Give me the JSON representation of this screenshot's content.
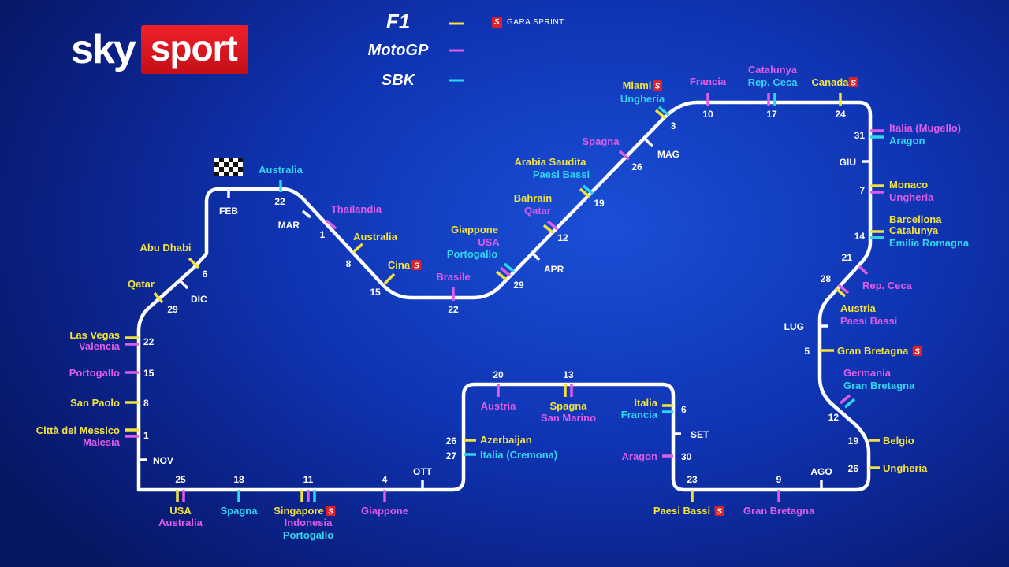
{
  "brand": {
    "sky": "sky",
    "sport": "sport"
  },
  "legend": [
    {
      "label": "F1",
      "color": "#f2e33a",
      "icon": "f1-logo"
    },
    {
      "label": "MotoGP",
      "color": "#dd5ce8",
      "icon": "motogp-logo"
    },
    {
      "label": "SBK",
      "color": "#2fd6ee",
      "icon": "sbk-logo"
    }
  ],
  "sprint_label": "GARA SPRINT",
  "sprint_badge": "S",
  "colors": {
    "f1": "#f2e33a",
    "motogp": "#dd5ce8",
    "sbk": "#2fd6ee",
    "track": "#ffffff",
    "sprint": "#e0202a"
  },
  "months": [
    "FEB",
    "MAR",
    "APR",
    "MAG",
    "GIU",
    "LUG",
    "AGO",
    "SET",
    "OTT",
    "NOV",
    "DIC"
  ],
  "events": [
    {
      "date": "22",
      "month": "FEB",
      "races": [
        {
          "name": "Australia",
          "series": "sbk"
        }
      ]
    },
    {
      "date": "1",
      "month": "MAR",
      "races": [
        {
          "name": "Thailandia",
          "series": "motogp"
        }
      ]
    },
    {
      "date": "8",
      "month": "MAR",
      "races": [
        {
          "name": "Australia",
          "series": "f1"
        }
      ]
    },
    {
      "date": "15",
      "month": "MAR",
      "races": [
        {
          "name": "Cina",
          "series": "f1",
          "sprint": true
        }
      ]
    },
    {
      "date": "22",
      "month": "MAR",
      "races": [
        {
          "name": "Brasile",
          "series": "motogp"
        }
      ]
    },
    {
      "date": "29",
      "month": "MAR",
      "races": [
        {
          "name": "Giappone",
          "series": "f1"
        },
        {
          "name": "USA",
          "series": "motogp"
        },
        {
          "name": "Portogallo",
          "series": "sbk"
        }
      ]
    },
    {
      "date": "12",
      "month": "APR",
      "races": [
        {
          "name": "Bahrain",
          "series": "f1"
        },
        {
          "name": "Qatar",
          "series": "motogp"
        }
      ]
    },
    {
      "date": "19",
      "month": "APR",
      "races": [
        {
          "name": "Arabia Saudita",
          "series": "f1"
        },
        {
          "name": "Paesi Bassi",
          "series": "sbk"
        }
      ]
    },
    {
      "date": "26",
      "month": "APR",
      "races": [
        {
          "name": "Spagna",
          "series": "motogp"
        }
      ]
    },
    {
      "date": "3",
      "month": "MAG",
      "races": [
        {
          "name": "Miami",
          "series": "f1",
          "sprint": true
        },
        {
          "name": "Ungheria",
          "series": "sbk"
        }
      ]
    },
    {
      "date": "10",
      "month": "MAG",
      "races": [
        {
          "name": "Francia",
          "series": "motogp"
        }
      ]
    },
    {
      "date": "17",
      "month": "MAG",
      "races": [
        {
          "name": "Catalunya",
          "series": "motogp"
        },
        {
          "name": "Rep. Ceca",
          "series": "sbk"
        }
      ]
    },
    {
      "date": "24",
      "month": "MAG",
      "races": [
        {
          "name": "Canada",
          "series": "f1",
          "sprint": true
        }
      ]
    },
    {
      "date": "31",
      "month": "MAG",
      "races": [
        {
          "name": "Italia (Mugello)",
          "series": "motogp"
        },
        {
          "name": "Aragon",
          "series": "sbk"
        }
      ]
    },
    {
      "date": "7",
      "month": "GIU",
      "races": [
        {
          "name": "Monaco",
          "series": "f1"
        },
        {
          "name": "Ungheria",
          "series": "motogp"
        }
      ]
    },
    {
      "date": "14",
      "month": "GIU",
      "races": [
        {
          "name": "Barcellona",
          "series": "f1"
        },
        {
          "name": "Catalunya",
          "series": "f1"
        },
        {
          "name": "Emilia Romagna",
          "series": "sbk"
        }
      ]
    },
    {
      "date": "21",
      "month": "GIU",
      "races": [
        {
          "name": "Rep. Ceca",
          "series": "motogp"
        }
      ]
    },
    {
      "date": "28",
      "month": "GIU",
      "races": [
        {
          "name": "Austria",
          "series": "f1"
        },
        {
          "name": "Paesi Bassi",
          "series": "motogp"
        }
      ]
    },
    {
      "date": "5",
      "month": "LUG",
      "races": [
        {
          "name": "Gran Bretagna",
          "series": "f1",
          "sprint": true
        }
      ]
    },
    {
      "date": "12",
      "month": "LUG",
      "races": [
        {
          "name": "Germania",
          "series": "motogp"
        },
        {
          "name": "Gran Bretagna",
          "series": "sbk"
        }
      ]
    },
    {
      "date": "19",
      "month": "LUG",
      "races": [
        {
          "name": "Belgio",
          "series": "f1"
        }
      ]
    },
    {
      "date": "26",
      "month": "LUG",
      "races": [
        {
          "name": "Ungheria",
          "series": "f1"
        }
      ]
    },
    {
      "date": "9",
      "month": "AGO",
      "races": [
        {
          "name": "Gran Bretagna",
          "series": "motogp"
        }
      ]
    },
    {
      "date": "23",
      "month": "AGO",
      "races": [
        {
          "name": "Paesi Bassi",
          "series": "f1",
          "sprint": true
        }
      ]
    },
    {
      "date": "30",
      "month": "AGO",
      "races": [
        {
          "name": "Aragon",
          "series": "motogp"
        }
      ]
    },
    {
      "date": "6",
      "month": "SET",
      "races": [
        {
          "name": "Italia",
          "series": "f1"
        },
        {
          "name": "Francia",
          "series": "sbk"
        }
      ]
    },
    {
      "date": "13",
      "month": "SET",
      "races": [
        {
          "name": "Spagna",
          "series": "f1"
        },
        {
          "name": "San Marino",
          "series": "motogp"
        }
      ]
    },
    {
      "date": "20",
      "month": "SET",
      "races": [
        {
          "name": "Austria",
          "series": "motogp"
        }
      ]
    },
    {
      "date": "26",
      "month": "SET",
      "races": [
        {
          "name": "Azerbaijan",
          "series": "f1"
        }
      ]
    },
    {
      "date": "27",
      "month": "SET",
      "races": [
        {
          "name": "Italia (Cremona)",
          "series": "sbk"
        }
      ]
    },
    {
      "date": "4",
      "month": "OTT",
      "races": [
        {
          "name": "Giappone",
          "series": "motogp"
        }
      ]
    },
    {
      "date": "11",
      "month": "OTT",
      "races": [
        {
          "name": "Singapore",
          "series": "f1",
          "sprint": true
        },
        {
          "name": "Indonesia",
          "series": "motogp"
        },
        {
          "name": "Portogallo",
          "series": "sbk"
        }
      ]
    },
    {
      "date": "18",
      "month": "OTT",
      "races": [
        {
          "name": "Spagna",
          "series": "sbk"
        }
      ]
    },
    {
      "date": "25",
      "month": "OTT",
      "races": [
        {
          "name": "USA",
          "series": "f1"
        },
        {
          "name": "Australia",
          "series": "motogp"
        }
      ]
    },
    {
      "date": "1",
      "month": "NOV",
      "races": [
        {
          "name": "Città del Messico",
          "series": "f1"
        },
        {
          "name": "Malesia",
          "series": "motogp"
        }
      ]
    },
    {
      "date": "8",
      "month": "NOV",
      "races": [
        {
          "name": "San Paolo",
          "series": "f1"
        }
      ]
    },
    {
      "date": "15",
      "month": "NOV",
      "races": [
        {
          "name": "Portogallo",
          "series": "motogp"
        }
      ]
    },
    {
      "date": "22",
      "month": "NOV",
      "races": [
        {
          "name": "Las Vegas",
          "series": "f1"
        },
        {
          "name": "Valencia",
          "series": "motogp"
        }
      ]
    },
    {
      "date": "29",
      "month": "NOV",
      "races": [
        {
          "name": "Qatar",
          "series": "f1"
        }
      ]
    },
    {
      "date": "6",
      "month": "DIC",
      "races": [
        {
          "name": "Abu Dhabi",
          "series": "f1"
        }
      ]
    }
  ]
}
